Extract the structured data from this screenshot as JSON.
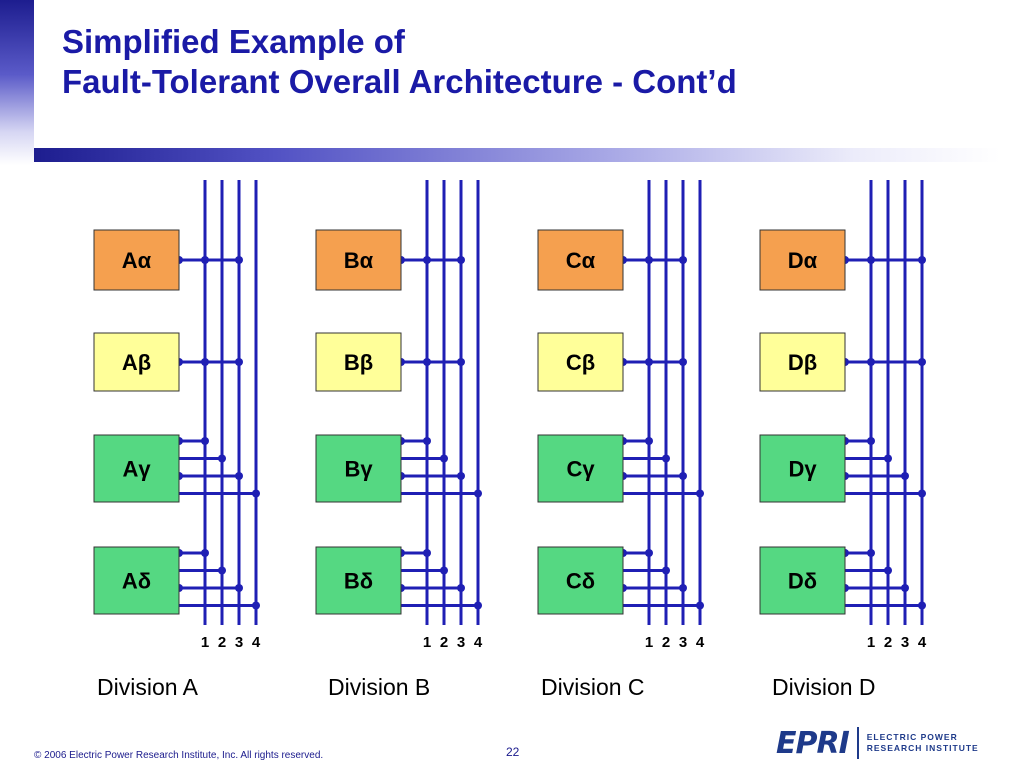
{
  "slide": {
    "title_line1": "Simplified Example of",
    "title_line2": "Fault-Tolerant Overall Architecture - Cont’d",
    "footer": "© 2006 Electric Power Research Institute, Inc. All rights reserved.",
    "page_number": "22"
  },
  "logo": {
    "mark": "EPRI",
    "tag_line1": "ELECTRIC POWER",
    "tag_line2": "RESEARCH INSTITUTE"
  },
  "colors": {
    "accent": "#1a1aa6",
    "bus": "#1f1fb4",
    "alpha": "#f5a04f",
    "beta": "#ffff99",
    "gamma_delta": "#55d882"
  },
  "bus_labels": [
    "1",
    "2",
    "3",
    "4"
  ],
  "divisions": [
    {
      "name": "Division A",
      "letter": "A"
    },
    {
      "name": "Division B",
      "letter": "B"
    },
    {
      "name": "Division C",
      "letter": "C"
    },
    {
      "name": "Division D",
      "letter": "D"
    }
  ],
  "modules": [
    {
      "suffix": "α",
      "type": "alpha",
      "bus_links": [
        "own-1",
        "other-1"
      ]
    },
    {
      "suffix": "β",
      "type": "beta",
      "bus_links": [
        "own-1",
        "other-1"
      ]
    },
    {
      "suffix": "γ",
      "type": "gamma",
      "bus_links": [
        "all-4"
      ]
    },
    {
      "suffix": "δ",
      "type": "delta",
      "bus_links": [
        "all-4"
      ]
    }
  ]
}
